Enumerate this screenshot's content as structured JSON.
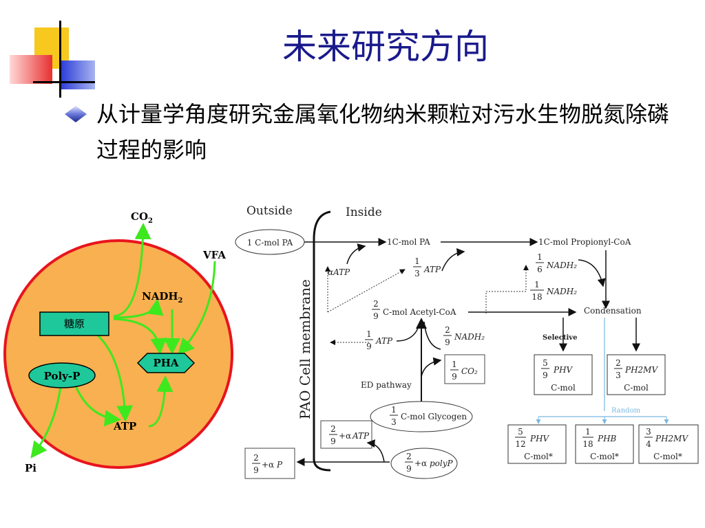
{
  "slide": {
    "title": "未来研究方向",
    "bullet": "从计量学角度研究金属氧化物纳米颗粒对污水生物脱氮除磷过程的影响"
  },
  "colors": {
    "title": "#1a1a8c",
    "cell_fill": "#f8b050",
    "cell_border": "#e8141e",
    "box_fill": "#1ec89a",
    "arrow": "#3ee81e"
  },
  "left_diagram": {
    "co2": "CO",
    "co2_sub": "2",
    "vfa": "VFA",
    "nadh": "NADH",
    "nadh_sub": "2",
    "glycogen": "糖原",
    "pha": "PHA",
    "polyp": "Poly-P",
    "atp": "ATP",
    "pi": "Pi"
  },
  "right_diagram": {
    "outside": "Outside",
    "inside": "Inside",
    "membrane": "PAO Cell membrane",
    "pa_out": "1 C-mol PA",
    "pa_in": "1C-mol PA",
    "propionyl": "1C-mol Propionyl-CoA",
    "alpha_atp": "αATP",
    "f13": "1",
    "f13d": "3",
    "atp": "ATP",
    "f16": "1",
    "f16d": "6",
    "nadh2": "NADH₂",
    "f118": "1",
    "f118d": "18",
    "f29a": "2",
    "f29ad": "9",
    "acetyl": "C-mol Acetyl-CoA",
    "condensation": "Condensation",
    "f19": "1",
    "f19d": "9",
    "f29b": "2",
    "f29bd": "9",
    "selective": "Selective",
    "f19c": "1",
    "f19cd": "9",
    "co2": "CO₂",
    "ed": "ED pathway",
    "f59": "5",
    "f59d": "9",
    "phv": "PHV",
    "cmol": "C-mol",
    "f23": "2",
    "f23d": "3",
    "ph2mv": "PH2MV",
    "f13g": "1",
    "f13gd": "3",
    "glycogen": "C-mol Glycogen",
    "random": "Random",
    "f29c": "2",
    "f29cd": "9",
    "plus_alpha": "+α",
    "atp2": "ATP",
    "f512": "5",
    "f512d": "12",
    "f118b": "1",
    "f118bd": "18",
    "phb": "PHB",
    "f34": "3",
    "f34d": "4",
    "cmol_star": "C-mol*",
    "f29d": "2",
    "f29dd": "9",
    "pi": "P",
    "f29e": "2",
    "f29ed": "9",
    "polyp": "polyP"
  }
}
